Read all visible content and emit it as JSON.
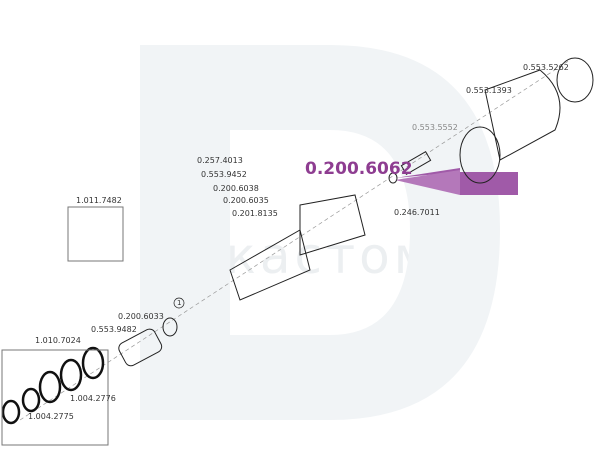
{
  "watermark": "Докастом",
  "highlight": {
    "part": "0.200.6062",
    "color": "#8e3d91"
  },
  "labels": {
    "l1": "0.553.5262",
    "l2": "0.553.1393",
    "l3": "0.553.5552",
    "l4": "0.257.4013",
    "l5": "0.553.9452",
    "l6": "0.200.6038",
    "l7": "0.200.6035",
    "l8": "0.201.8135",
    "l9": "0.246.7011",
    "l10": "1.011.7482",
    "l11": "0.200.6033",
    "l12": "0.553.9482",
    "l13": "1.010.7024",
    "l14": "1.004.2776",
    "l15": "1.004.2775",
    "callout": "1"
  }
}
